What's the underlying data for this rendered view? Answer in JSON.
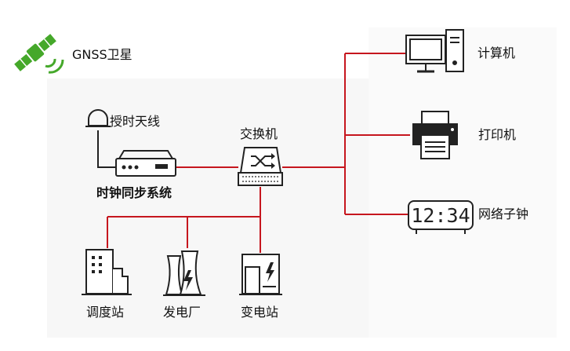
{
  "labels": {
    "satellite": "GNSS卫星",
    "antenna": "授时天线",
    "clock_system": "时钟同步系统",
    "switch": "交换机",
    "computer": "计算机",
    "printer": "打印机",
    "network_clock": "网络子钟",
    "dispatch_station": "调度站",
    "power_plant": "发电厂",
    "substation": "变电站"
  },
  "clock_display": "12:34",
  "colors": {
    "link_line": "#c6161e",
    "satellite_green": "#45a82a",
    "icon_stroke": "#222222",
    "background_panel": "#f7f7f7"
  }
}
